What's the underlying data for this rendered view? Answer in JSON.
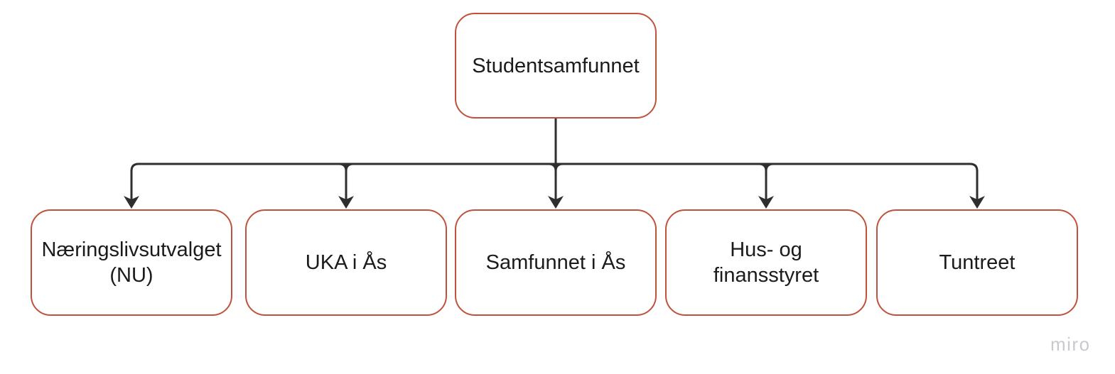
{
  "diagram": {
    "root": {
      "label": "Studentsamfunnet"
    },
    "children": [
      {
        "label": "Næringslivsutvalget\n(NU)"
      },
      {
        "label": "UKA i Ås"
      },
      {
        "label": "Samfunnet i Ås"
      },
      {
        "label": "Hus- og\nfinansstyret"
      },
      {
        "label": "Tuntreet"
      }
    ]
  },
  "watermark": "miro",
  "colors": {
    "node_border": "#c0523c",
    "connector": "#2e2e2e",
    "text": "#1b1b1b",
    "background": "#ffffff",
    "watermark": "#c9c9cf"
  }
}
